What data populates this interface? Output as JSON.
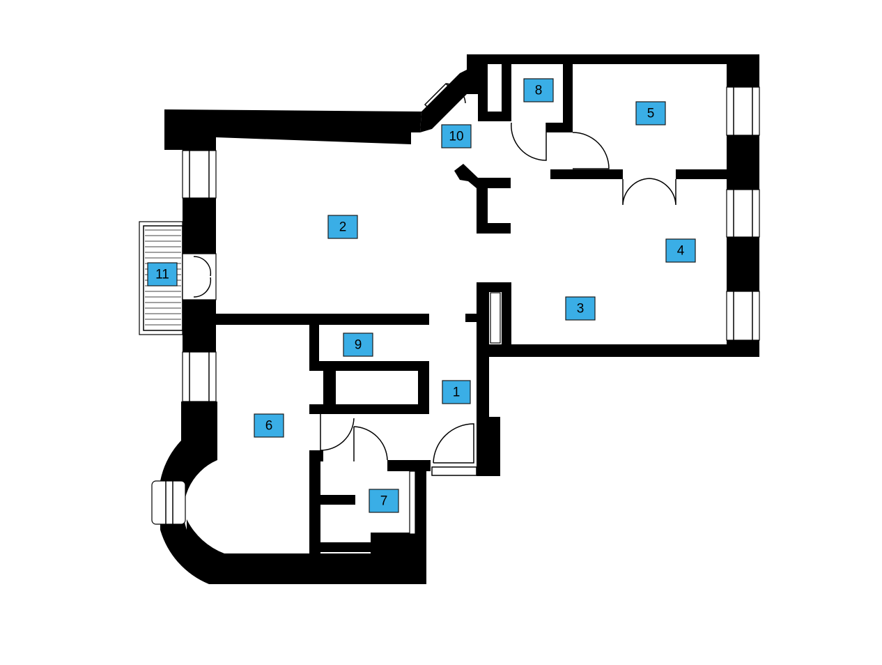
{
  "plan": {
    "label_color": "#3aaee6",
    "wall_color": "#000000",
    "rooms": [
      {
        "id": "room-1",
        "number": "1"
      },
      {
        "id": "room-2",
        "number": "2"
      },
      {
        "id": "room-3",
        "number": "3"
      },
      {
        "id": "room-4",
        "number": "4"
      },
      {
        "id": "room-5",
        "number": "5"
      },
      {
        "id": "room-6",
        "number": "6"
      },
      {
        "id": "room-7",
        "number": "7"
      },
      {
        "id": "room-8",
        "number": "8"
      },
      {
        "id": "room-9",
        "number": "9"
      },
      {
        "id": "room-10",
        "number": "10"
      },
      {
        "id": "room-11",
        "number": "11"
      }
    ]
  }
}
